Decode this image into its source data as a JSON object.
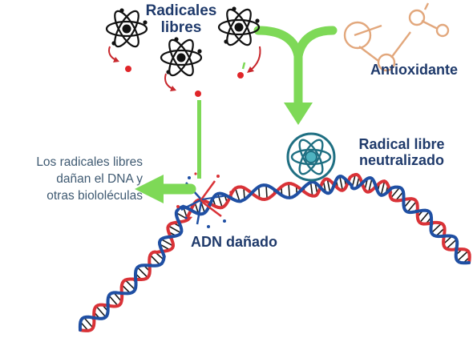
{
  "labels": {
    "free_radicals_line1": "Radicales",
    "free_radicals_line2": "libres",
    "antioxidant": "Antioxidante",
    "neutralized_line1": "Radical libre",
    "neutralized_line2": "neutralizado",
    "damaged_dna": "ADN dañado",
    "damage_desc_line1": "Los radicales libres",
    "damage_desc_line2": "dañan el DNA y",
    "damage_desc_line3": "otras biololéculas"
  },
  "colors": {
    "label_blue": "#1f3a6b",
    "desc_text": "#3f5a72",
    "arrow_green": "#7ed957",
    "radical_red": "#e0262a",
    "antioxidant_orange": "#e2a77c",
    "neutral_teal": "#1f6f82",
    "dna_blue": "#1f4fa3",
    "dna_red": "#d93237"
  },
  "icons": {
    "free_radical": "atom-icon",
    "antioxidant": "molecule-icon",
    "neutralized": "atom-circle-icon",
    "dna": "dna-helix-icon"
  }
}
